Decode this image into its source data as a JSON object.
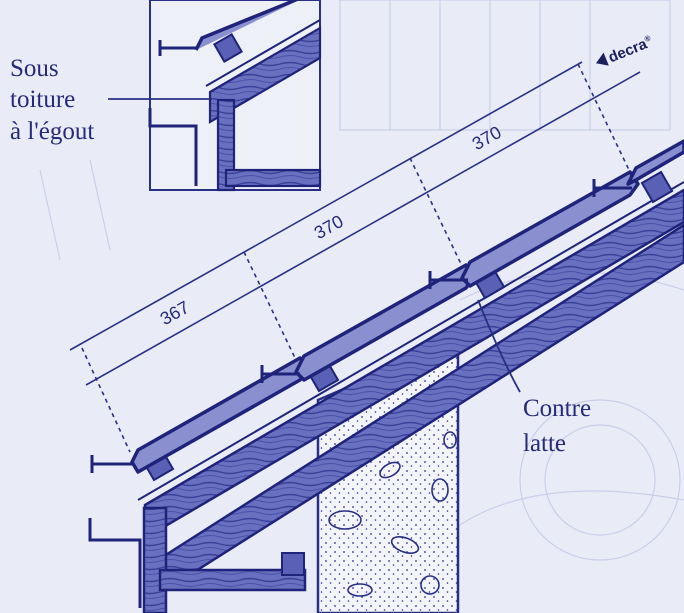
{
  "labels": {
    "underlay_line1": "Sous",
    "underlay_line2": "toiture",
    "underlay_line3": "à l'égout",
    "counter_batten_line1": "Contre",
    "counter_batten_line2": "latte"
  },
  "dimensions": [
    "367",
    "370",
    "370"
  ],
  "brand": "decra",
  "brand_mark": "®",
  "colors": {
    "ink": "#2a2f86",
    "background": "#e9ecf6",
    "wood": "#5a60b5",
    "masonry": "#f2f3fa"
  }
}
